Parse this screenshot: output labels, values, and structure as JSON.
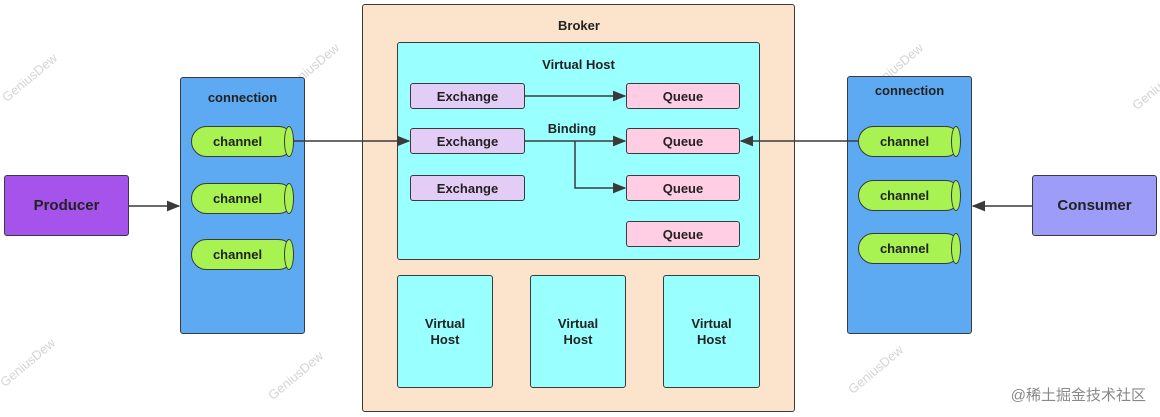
{
  "broker": {
    "label": "Broker",
    "main_vhost": {
      "label": "Virtual Host",
      "exchanges": [
        "Exchange",
        "Exchange",
        "Exchange"
      ],
      "queues": [
        "Queue",
        "Queue",
        "Queue",
        "Queue"
      ],
      "binding_label": "Binding"
    },
    "other_vhosts": [
      "Virtual\nHost",
      "Virtual\nHost",
      "Virtual\nHost"
    ]
  },
  "producer": {
    "label": "Producer"
  },
  "consumer": {
    "label": "Consumer"
  },
  "producer_connection": {
    "label": "connection",
    "channels": [
      "channel",
      "channel",
      "channel"
    ]
  },
  "consumer_connection": {
    "label": "connection",
    "channels": [
      "channel",
      "channel",
      "channel"
    ]
  },
  "watermark_text": "GeniusDew",
  "site_watermark": "@稀土掘金技术社区",
  "colors": {
    "broker": "#fce3cc",
    "virtual_host": "#99ffff",
    "connection": "#5da9f2",
    "channel": "#a8f252",
    "producer": "#a653ec",
    "consumer": "#9e9cf9",
    "exchange": "#e3cdf7",
    "queue": "#ffcde4"
  }
}
